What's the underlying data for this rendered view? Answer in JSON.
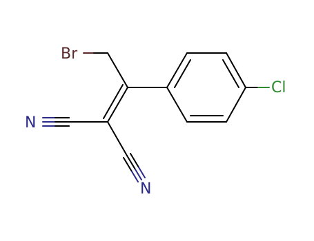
{
  "molecule": {
    "atoms": [
      {
        "id": "br",
        "label": "Br",
        "color": "#5a2a2a"
      },
      {
        "id": "cl",
        "label": "Cl",
        "color": "#2e8b2e"
      },
      {
        "id": "n1",
        "label": "N",
        "color": "#2a2a8a"
      },
      {
        "id": "n2",
        "label": "N",
        "color": "#2a2a8a"
      }
    ],
    "bond_color": "#000000"
  }
}
